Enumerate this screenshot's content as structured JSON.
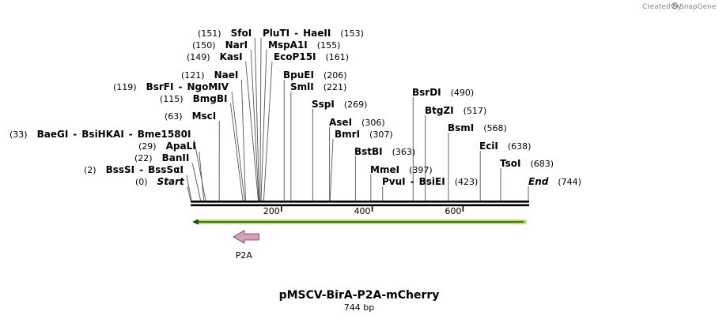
{
  "credit": {
    "prefix": "Created by",
    "brand": "SnapGene"
  },
  "sequence": {
    "title": "pMSCV-BirA-P2A-mCherry",
    "length_label": "744 bp",
    "length": 744
  },
  "sites": [
    {
      "pos_label": "(0)",
      "name": "Start",
      "italic": true,
      "pos": 0
    },
    {
      "pos_label": "(2)",
      "name": "BssSI",
      "name2": "BssSαI",
      "pos": 2
    },
    {
      "pos_label": "(22)",
      "name": "BanII",
      "pos": 22
    },
    {
      "pos_label": "(29)",
      "name": "ApaLI",
      "pos": 29
    },
    {
      "pos_label": "(33)",
      "name": "BaeGI",
      "name2": "BsiHKAI",
      "name3": "Bme1580I",
      "pos": 33
    },
    {
      "pos_label": "(63)",
      "name": "MscI",
      "pos": 63
    },
    {
      "pos_label": "(115)",
      "name": "BmgBI",
      "pos": 115
    },
    {
      "pos_label": "(119)",
      "name": "BsrFI",
      "name2": "NgoMIV",
      "pos": 119
    },
    {
      "pos_label": "(121)",
      "name": "NaeI",
      "pos": 121
    },
    {
      "pos_label": "(149)",
      "name": "KasI",
      "pos": 149
    },
    {
      "pos_label": "(150)",
      "name": "NarI",
      "pos": 150
    },
    {
      "pos_label": "(151)",
      "name": "SfoI",
      "pos": 151
    },
    {
      "pos_label": "(153)",
      "name": "PluTI",
      "name2": "HaeII",
      "pos": 153
    },
    {
      "pos_label": "(155)",
      "name": "MspA1I",
      "pos": 155
    },
    {
      "pos_label": "(161)",
      "name": "EcoP15I",
      "pos": 161
    },
    {
      "pos_label": "(206)",
      "name": "BpuEI",
      "pos": 206
    },
    {
      "pos_label": "(221)",
      "name": "SmlI",
      "pos": 221
    },
    {
      "pos_label": "(269)",
      "name": "SspI",
      "pos": 269
    },
    {
      "pos_label": "(306)",
      "name": "AseI",
      "pos": 306
    },
    {
      "pos_label": "(307)",
      "name": "BmrI",
      "pos": 307
    },
    {
      "pos_label": "(363)",
      "name": "BstBI",
      "pos": 363
    },
    {
      "pos_label": "(397)",
      "name": "MmeI",
      "pos": 397
    },
    {
      "pos_label": "(423)",
      "name": "PvuI",
      "name2": "BsiEI",
      "pos": 423
    },
    {
      "pos_label": "(490)",
      "name": "BsrDI",
      "pos": 490
    },
    {
      "pos_label": "(517)",
      "name": "BtgZI",
      "pos": 517
    },
    {
      "pos_label": "(568)",
      "name": "BsmI",
      "pos": 568
    },
    {
      "pos_label": "(638)",
      "name": "EciI",
      "pos": 638
    },
    {
      "pos_label": "(683)",
      "name": "TsoI",
      "pos": 683
    },
    {
      "pos_label": "(744)",
      "name": "End",
      "italic": true,
      "pos": 744
    }
  ],
  "ticks": [
    {
      "label": "200",
      "pos": 200
    },
    {
      "label": "400",
      "pos": 400
    },
    {
      "label": "600",
      "pos": 600
    }
  ],
  "features": [
    {
      "name": "P2A",
      "start": 94,
      "end": 151,
      "direction": "reverse",
      "color": "#d6a0b8"
    }
  ],
  "orf": {
    "direction": "reverse",
    "color": "#b8e068"
  }
}
